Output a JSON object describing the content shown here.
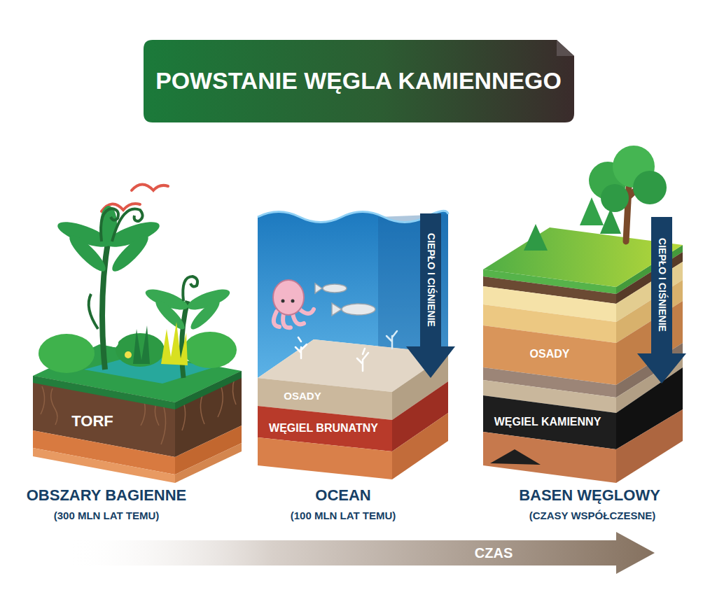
{
  "diagram": {
    "title": "POWSTANIE WĘGLA KAMIENNEGO",
    "labels": [
      "TORF",
      "OSADY",
      "WĘGIEL BRUNATNY",
      "CIEPŁO I CIŚNIENIE",
      "CIEPŁO I CIŚNIENIE",
      "OSADY",
      "WĘGIEL KAMIENNY",
      "OBSZARY BAGIENNE",
      "(300 MLN LAT TEMU)",
      "OCEAN",
      "(100 MLN LAT TEMU)",
      "BASEN WĘGLOWY",
      "(CZASY WSPÓŁCZESNE)",
      "CZAS"
    ]
  }
}
